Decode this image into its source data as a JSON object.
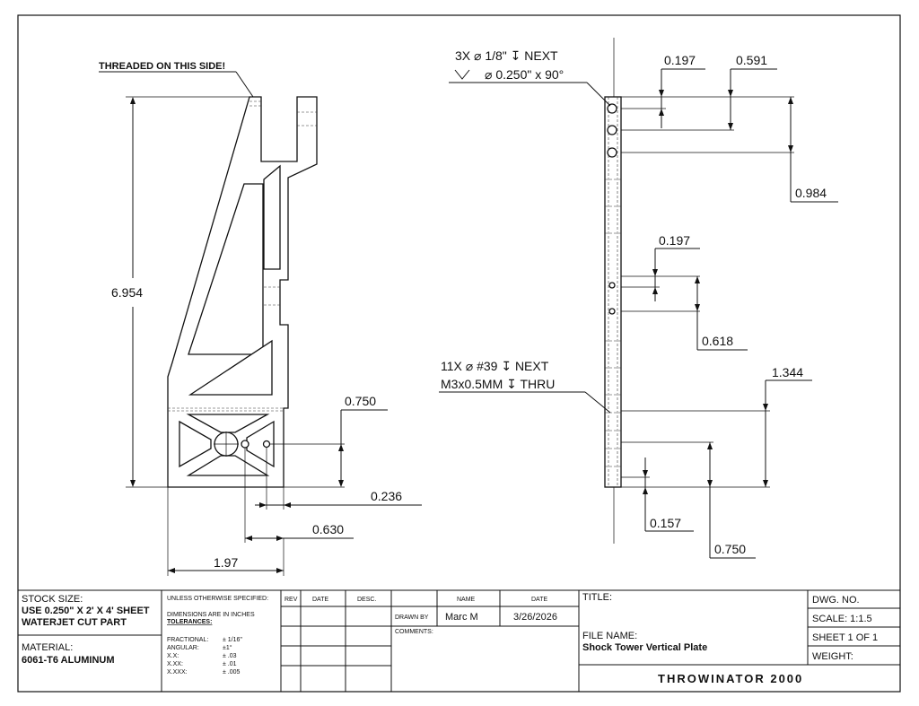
{
  "notes": {
    "threaded": "THREADED ON THIS SIDE!",
    "hole_callout_1a": "3X  ⌀ 1/8\" ↧ NEXT",
    "hole_callout_1b": "⌀ 0.250\" x 90°",
    "hole_callout_2a": "11X  ⌀ #39 ↧ NEXT",
    "hole_callout_2b": "M3x0.5MM ↧ THRU"
  },
  "dimensions": {
    "height_6954": "6.954",
    "d_0750_front": "0.750",
    "d_0236": "0.236",
    "d_0630": "0.630",
    "d_197_width": "1.97",
    "d_0197_top": "0.197",
    "d_0591": "0.591",
    "d_0984": "0.984",
    "d_0197_mid": "0.197",
    "d_0618": "0.618",
    "d_1344": "1.344",
    "d_0157": "0.157",
    "d_0750_side": "0.750"
  },
  "title_block": {
    "stock_label": "STOCK SIZE:",
    "stock_line1": "USE 0.250\" X 2' X 4' SHEET",
    "stock_line2": "WATERJET CUT PART",
    "material_label": "MATERIAL:",
    "material_value": "6061-T6 ALUMINUM",
    "unless": "UNLESS OTHERWISE SPECIFIED:",
    "dims_in": "DIMENSIONS ARE IN INCHES",
    "tolerances": "TOLERANCES:",
    "tol_frac_l": "FRACTIONAL:",
    "tol_frac_v": "± 1/16\"",
    "tol_ang_l": "ANGULAR:",
    "tol_ang_v": "±1°",
    "tol_x_l": "X.X:",
    "tol_x_v": "± .03",
    "tol_xx_l": "X.XX:",
    "tol_xx_v": "± .01",
    "tol_xxx_l": "X.XXX:",
    "tol_xxx_v": "± .005",
    "rev": "REV",
    "date": "DATE",
    "desc": "DESC.",
    "name_h": "NAME",
    "date_h": "DATE",
    "drawn_by": "DRAWN BY",
    "drawn_name": "Marc M",
    "drawn_date": "3/26/2026",
    "comments": "COMMENTS:",
    "title_label": "TITLE:",
    "file_name_label": "FILE NAME:",
    "file_name": "Shock Tower Vertical Plate",
    "company": "THROWINATOR 2000",
    "dwg_no": "DWG.  NO.",
    "scale": "SCALE: 1:1.5",
    "sheet": "SHEET 1 OF 1",
    "weight": "WEIGHT:"
  }
}
